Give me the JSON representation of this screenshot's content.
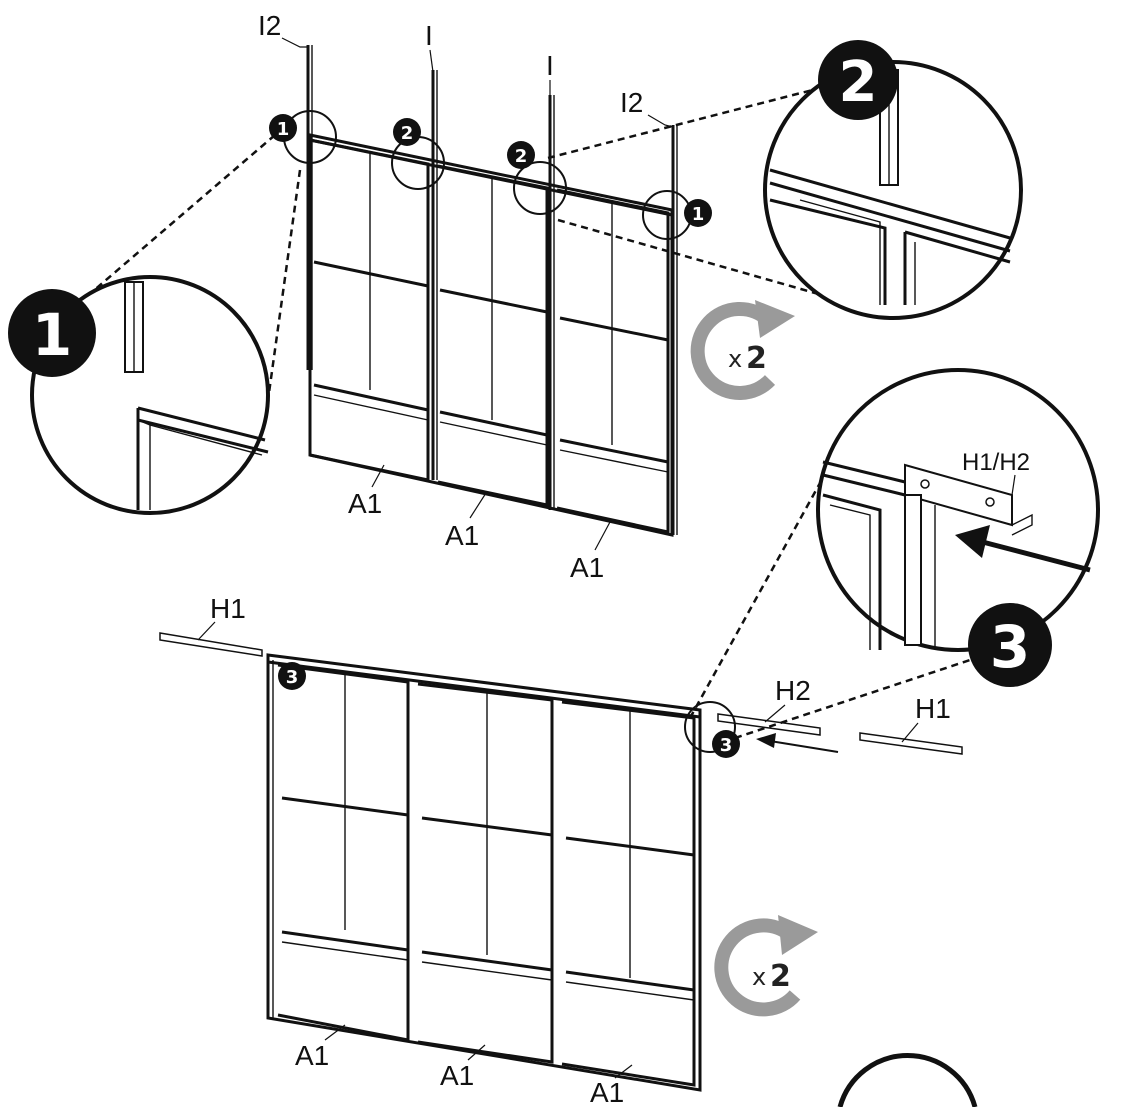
{
  "labels": {
    "panel": "A1",
    "post_end": "I2",
    "post_mid": "I",
    "rail_h1": "H1",
    "rail_h2": "H2",
    "rail_h1_h2": "H1/H2",
    "times_prefix": "x",
    "times_value": "2"
  },
  "steps": {
    "one": "1",
    "two": "2",
    "three": "3"
  },
  "colors": {
    "line": "#111111",
    "badge": "#111111",
    "rotate_arrow": "#9a9a9a"
  },
  "icons": {
    "rotate": "rotate-arrow-icon",
    "push": "arrow-icon"
  }
}
